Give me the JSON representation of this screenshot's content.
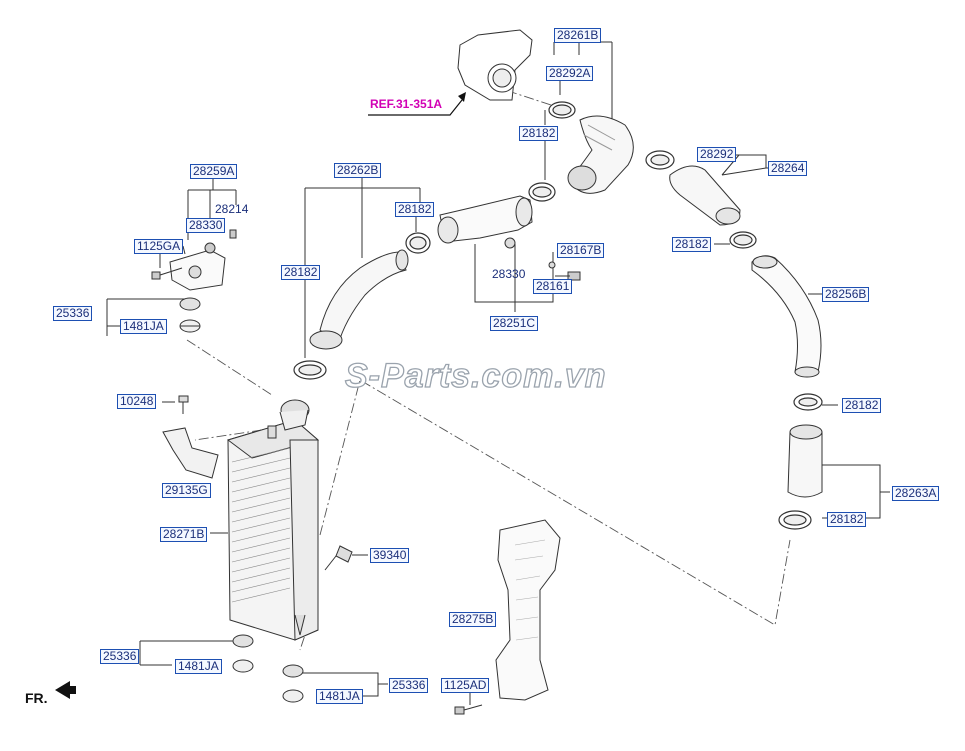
{
  "reference": "REF.31-351A",
  "watermark": "S-Parts.com.vn",
  "direction_label": "FR.",
  "parts": {
    "p28261B": "28261B",
    "p28292A": "28292A",
    "p28182_top": "28182",
    "p28262B": "28262B",
    "p28182_mid": "28182",
    "p28182_left": "28182",
    "p28292": "28292",
    "p28264": "28264",
    "p28182_right": "28182",
    "p28256B": "28256B",
    "p28182_r2": "28182",
    "p28263A": "28263A",
    "p28182_r3": "28182",
    "p28259A": "28259A",
    "p28214": "28214",
    "p28330_left": "28330",
    "p1125GA": "1125GA",
    "p25336_a": "25336",
    "p1481JA_a": "1481JA",
    "p28167B": "28167B",
    "p28330_mid": "28330",
    "p28161": "28161",
    "p28251C": "28251C",
    "p10248": "10248",
    "p29135G": "29135G",
    "p28271B": "28271B",
    "p39340": "39340",
    "p28275B": "28275B",
    "p25336_b": "25336",
    "p1481JA_b": "1481JA",
    "p25336_c": "25336",
    "p1481JA_c": "1481JA",
    "p1125AD": "1125AD"
  },
  "colors": {
    "label_border": "#1d4fb2",
    "label_text": "#1b2f7a",
    "reference": "#d200b4",
    "line": "#333333"
  }
}
